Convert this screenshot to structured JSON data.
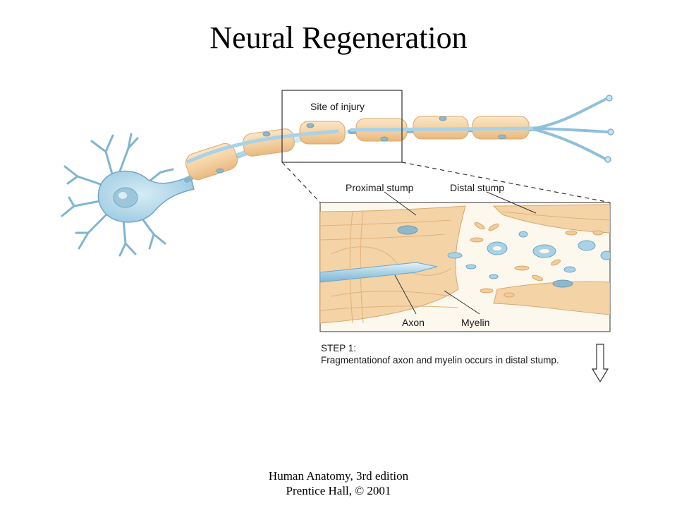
{
  "title": "Neural Regeneration",
  "labels": {
    "site_of_injury": "Site of injury",
    "proximal_stump": "Proximal stump",
    "distal_stump": "Distal stump",
    "axon": "Axon",
    "myelin": "Myelin"
  },
  "step": {
    "heading": "STEP 1:",
    "text": "Fragmentationof axon and myelin occurs in distal stump."
  },
  "footer": {
    "line1": "Human Anatomy, 3rd edition",
    "line2": "Prentice Hall, © 2001"
  },
  "colors": {
    "neuron_blue": "#a9d2e6",
    "neuron_outline": "#6fa7c4",
    "myelin_tan": "#f3d4a8",
    "myelin_outline": "#d9a86c"
  },
  "icons": {
    "next_arrow": "down-arrow-icon"
  }
}
